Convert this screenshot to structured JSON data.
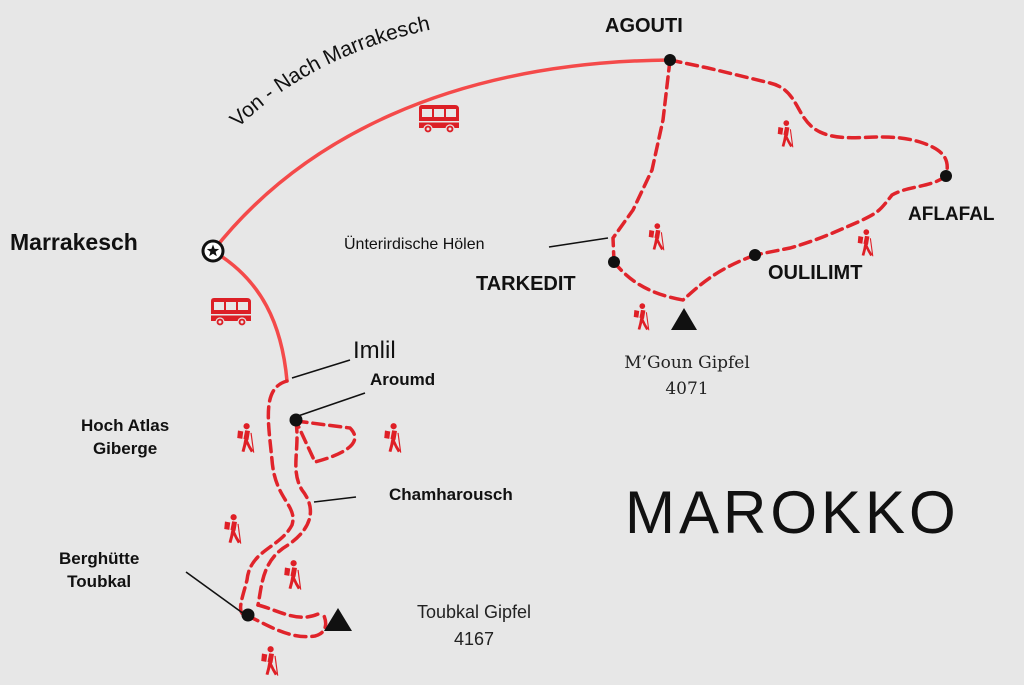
{
  "title": "MAROKKO",
  "route_label": "Von - Nach Marrakesch",
  "places": {
    "marrakesch": "Marrakesch",
    "agouti": "AGOUTI",
    "aflafal": "AFLAFAL",
    "oulilimt": "OULILIMT",
    "tarkedit": "TARKEDIT",
    "imlil": "Imlil",
    "aroumd": "Aroumd",
    "chamharousch": "Chamharousch",
    "hoch_atlas_line1": "Hoch Atlas",
    "hoch_atlas_line2": "Giberge",
    "berghuette_line1": "Berghütte",
    "berghuette_line2": "Toubkal",
    "hoehlen": "Ünterirdische Hölen"
  },
  "peaks": {
    "mgoun_name": "M’Goun Gipfel",
    "mgoun_alt": "4071",
    "toubkal_name": "Toubkal Gipfel",
    "toubkal_alt": "4167"
  },
  "colors": {
    "route": "#f44a4a",
    "trail": "#e0242b",
    "hiker": "#df1f26",
    "bus": "#dc1f26",
    "marker": "#111111",
    "background": "#e7e7e7"
  },
  "icons": [
    "bus-icon",
    "hiker-icon",
    "peak-icon",
    "star-marker-icon"
  ]
}
